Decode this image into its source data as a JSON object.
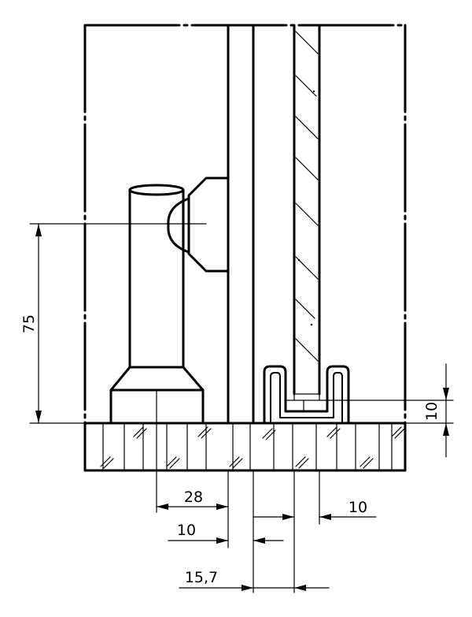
{
  "drawing": {
    "dimensions": {
      "height_75": "75",
      "foot_10": "10",
      "d28": "28",
      "d10_left": "10",
      "d10_right": "10",
      "d15_7": "15,7"
    }
  }
}
